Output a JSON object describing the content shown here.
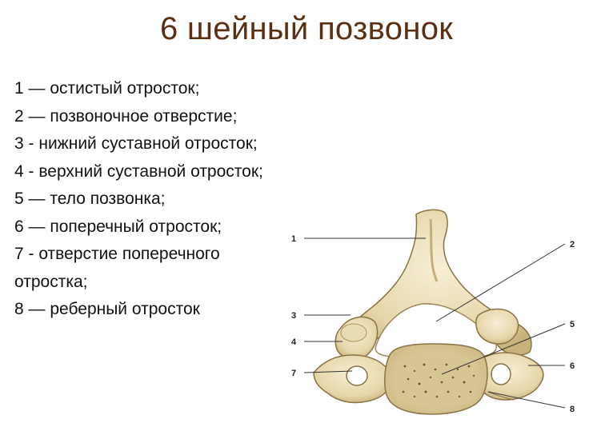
{
  "title": "6 шейный позвонок",
  "legend": [
    "1 — остистый отросток;",
    "2 — позвоночное отверстие;",
    "3 -  нижний суставной отросток;",
    "4 - верхний суставной отросток;",
    "5 — тело позвонка;",
    "6 — поперечный отросток;",
    "7 - отверстие поперечного",
    "отростка;",
    "8 — реберный отросток"
  ],
  "callouts": [
    "1",
    "2",
    "3",
    "4",
    "5",
    "6",
    "7",
    "8"
  ],
  "colors": {
    "title": "#5b2f12",
    "bone": "#e9dcb3",
    "bone_shade": "#c9b684",
    "bone_outline": "#8a7446"
  }
}
